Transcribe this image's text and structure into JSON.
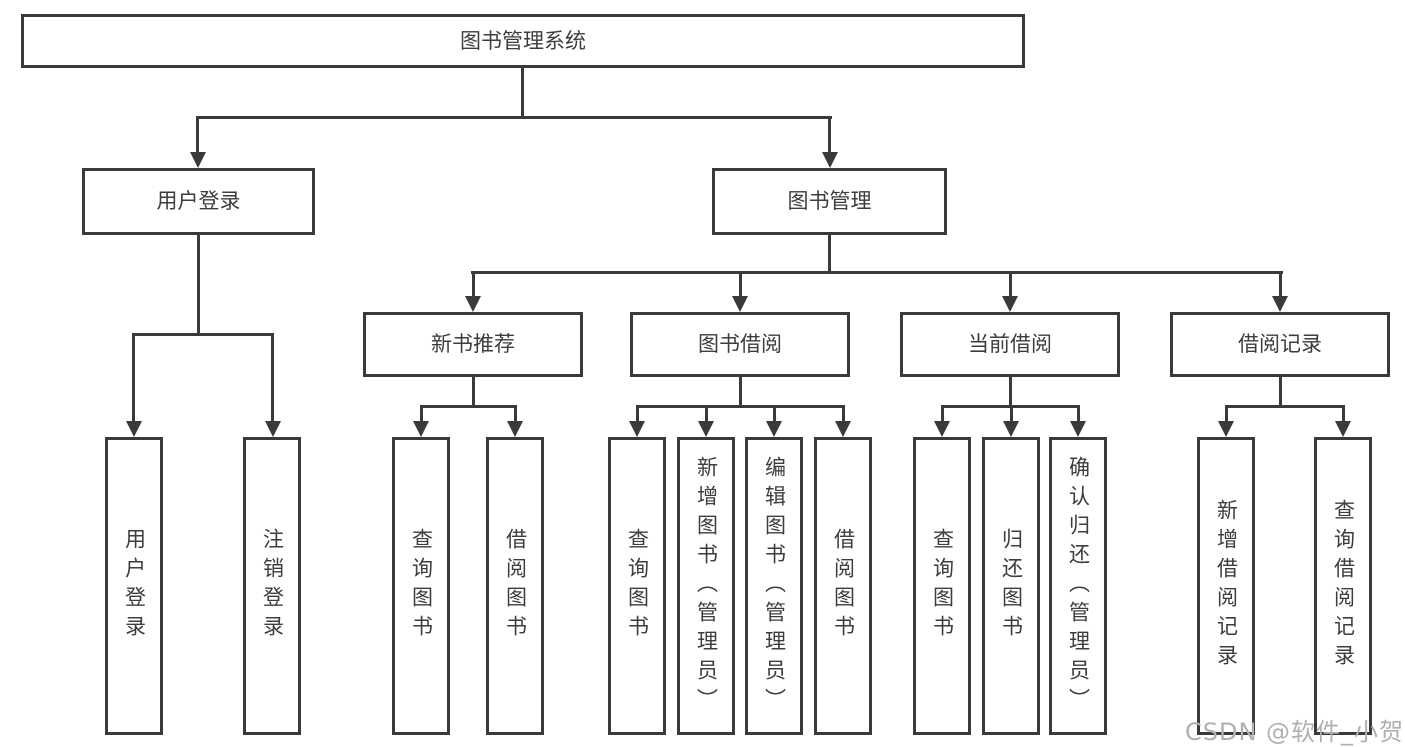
{
  "nodes": {
    "root": "图书管理系统",
    "l1_user_login": "用户登录",
    "l1_book_mgmt": "图书管理",
    "l2_new_book_rec": "新书推荐",
    "l2_book_borrow": "图书借阅",
    "l2_current_borrow": "当前借阅",
    "l2_borrow_record": "借阅记录",
    "leaf_user_login": "用户登录",
    "leaf_logout": "注销登录",
    "leaf_query_book_a": "查询图书",
    "leaf_borrow_book_a": "借阅图书",
    "leaf_query_book_b": "查询图书",
    "leaf_add_book_admin": "新增图书（管理员）",
    "leaf_edit_book_admin": "编辑图书（管理员）",
    "leaf_borrow_book_b": "借阅图书",
    "leaf_query_book_c": "查询图书",
    "leaf_return_book": "归还图书",
    "leaf_confirm_return_admin": "确认归还（管理员）",
    "leaf_add_borrow_record": "新增借阅记录",
    "leaf_query_borrow_record": "查询借阅记录"
  },
  "watermark": "CSDN @软件_小贺同学",
  "colors": {
    "line": "#3a3a3a",
    "text": "#3d3d3d",
    "watermark": "#b0b0b0",
    "background": "#ffffff"
  }
}
